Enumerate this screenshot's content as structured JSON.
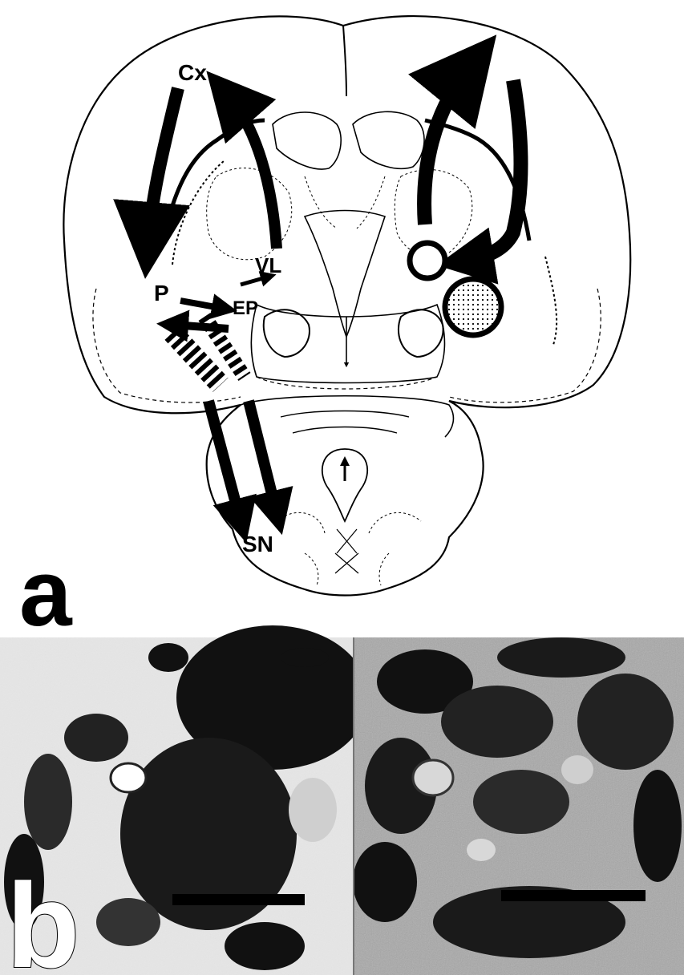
{
  "figure": {
    "labels": {
      "cx": "Cx",
      "vl": "VL",
      "p": "P",
      "ep": "EP",
      "sn": "SN"
    },
    "panels": {
      "a": "a",
      "b": "b"
    },
    "colors": {
      "ink": "#000000",
      "paper": "#ffffff",
      "micrograph_light": "#e8e8e8",
      "micrograph_mid": "#9a9a9a"
    }
  }
}
